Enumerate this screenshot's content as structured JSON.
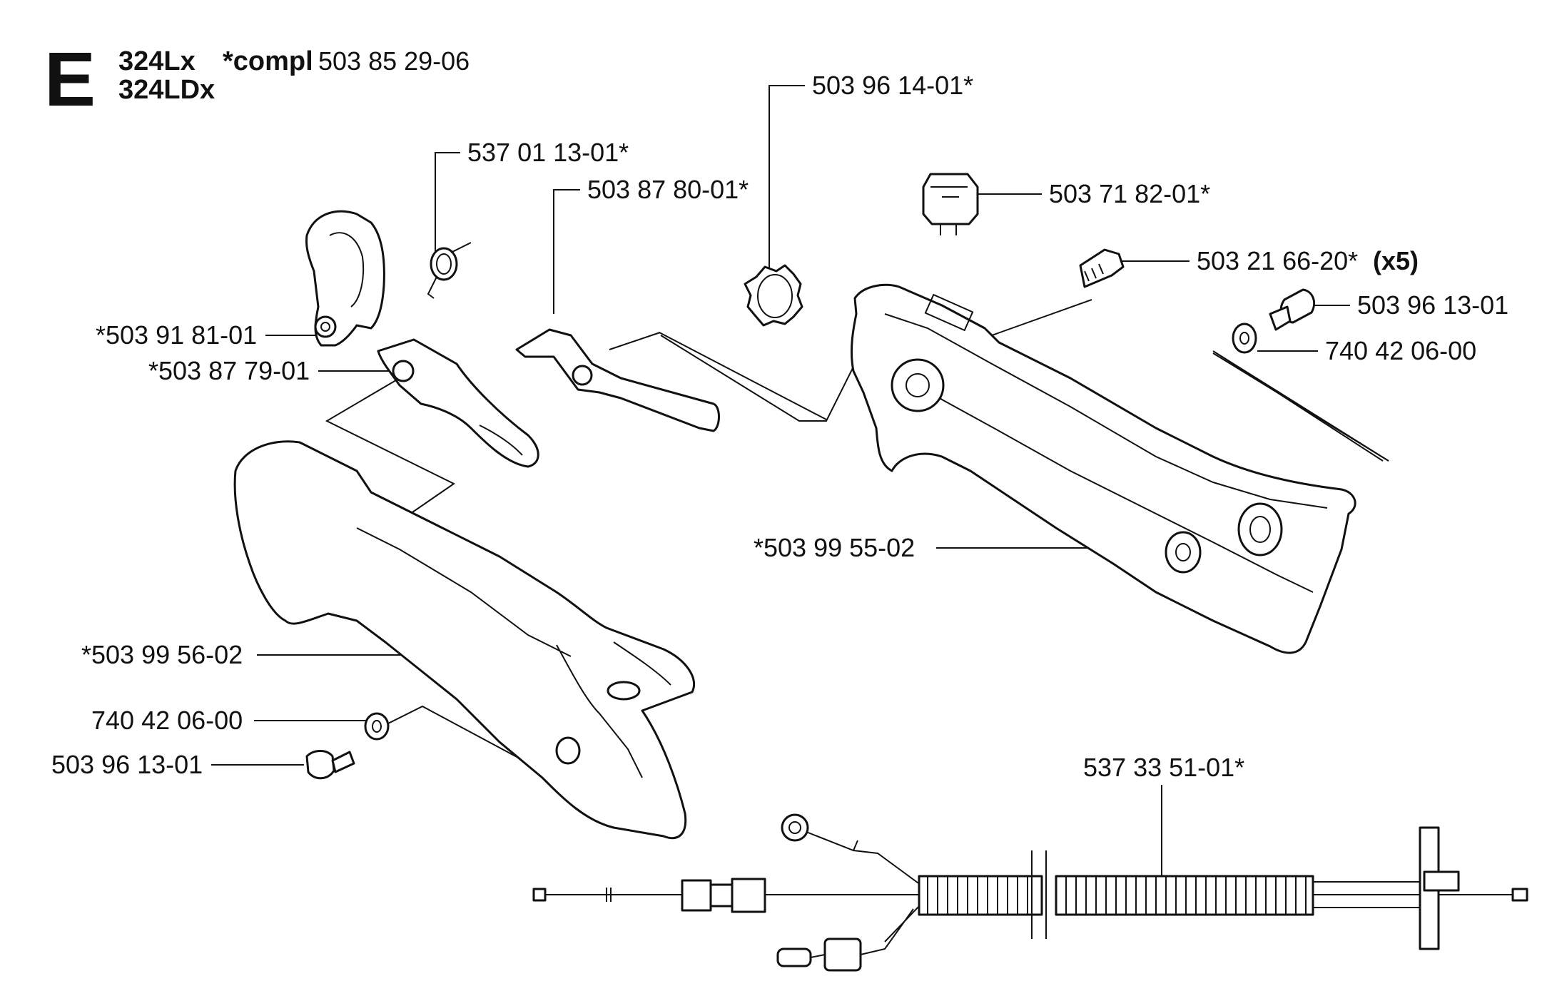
{
  "header": {
    "section_letter": "E",
    "model_1": "324Lx",
    "model_2": "324LDx",
    "compl_label": "*compl",
    "compl_number": "503 85 29-06"
  },
  "callouts": [
    {
      "id": "c1",
      "text": "503 96 14-01*"
    },
    {
      "id": "c2",
      "text": "537 01 13-01*"
    },
    {
      "id": "c3",
      "text": "503 87 80-01*"
    },
    {
      "id": "c4",
      "text": "503 71 82-01*"
    },
    {
      "id": "c5",
      "text": "503 21 66-20*",
      "suffix": "(x5)"
    },
    {
      "id": "c6",
      "text": "503 96 13-01"
    },
    {
      "id": "c7",
      "text": "740 42 06-00"
    },
    {
      "id": "c8",
      "text": "*503 91 81-01"
    },
    {
      "id": "c9",
      "text": "*503 87 79-01"
    },
    {
      "id": "c10",
      "text": "*503 99 55-02"
    },
    {
      "id": "c11",
      "text": "*503 99 56-02"
    },
    {
      "id": "c12",
      "text": "740 42 06-00"
    },
    {
      "id": "c13",
      "text": "503 96 13-01"
    },
    {
      "id": "c14",
      "text": "537 33 51-01*"
    }
  ]
}
